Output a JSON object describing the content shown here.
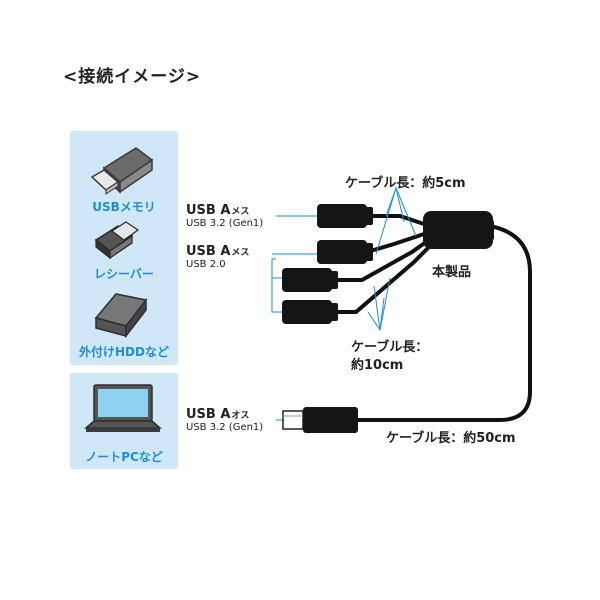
{
  "title": "<接続イメージ>",
  "devices": {
    "usb_memory": "USBメモリ",
    "receiver": "レシーバー",
    "external_hdd": "外付けHDDなど",
    "laptop": "ノートPCなど"
  },
  "ports": {
    "a_female_32": {
      "name": "USB A",
      "kind": "メス",
      "spec": "USB 3.2 (Gen1)"
    },
    "a_female_20": {
      "name": "USB A",
      "kind": "メス",
      "spec": "USB 2.0"
    },
    "a_male_32": {
      "name": "USB A",
      "kind": "オス",
      "spec": "USB 3.2 (Gen1)"
    }
  },
  "callouts": {
    "cable_5cm": "ケーブル長：約5cm",
    "cable_10cm_line1": "ケーブル長：",
    "cable_10cm_line2": "約10cm",
    "cable_50cm": "ケーブル長：約50cm",
    "product": "本製品"
  },
  "colors": {
    "panel": "#cfe7f6",
    "accent": "#1e8ed2",
    "cable": "#111111"
  }
}
